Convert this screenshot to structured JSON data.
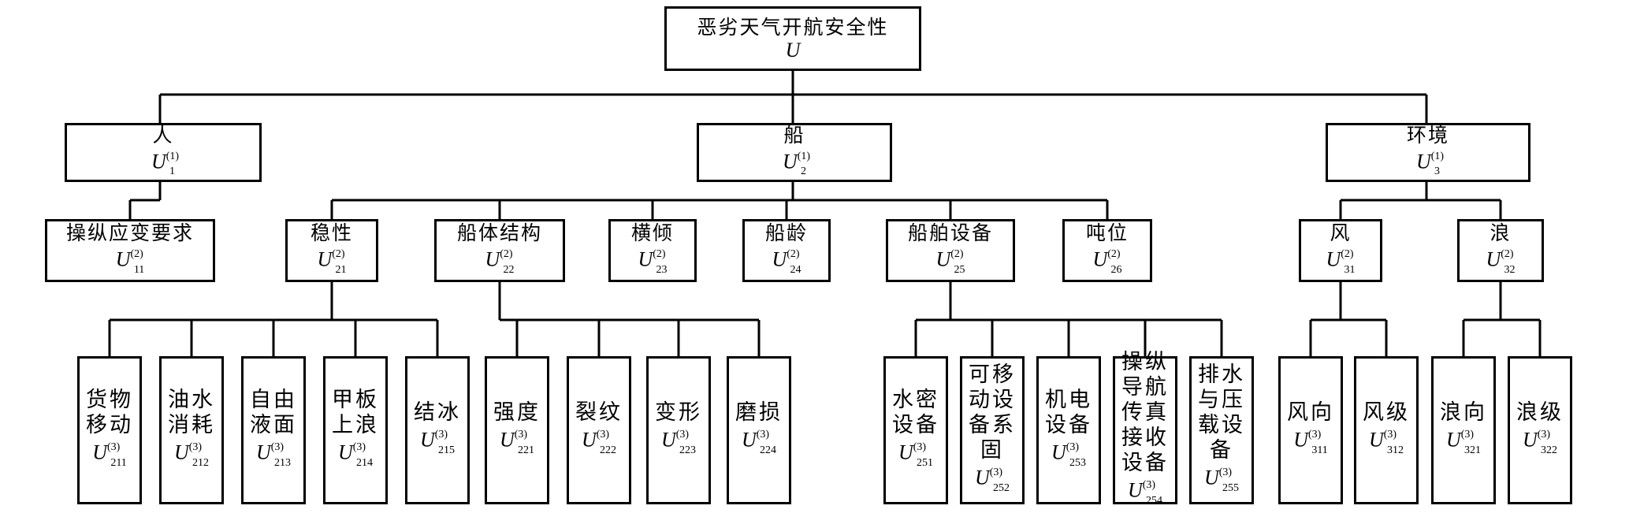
{
  "root": {
    "label": "恶劣天气开航安全性",
    "symbol": "U"
  },
  "level1": [
    {
      "label": "人",
      "sup": "(1)",
      "sub": "1",
      "children": [
        {
          "label": "操纵应变要求",
          "sup": "(2)",
          "sub": "11",
          "children": []
        }
      ]
    },
    {
      "label": "船",
      "sup": "(1)",
      "sub": "2",
      "children": [
        {
          "label": "稳性",
          "sup": "(2)",
          "sub": "21",
          "children": [
            {
              "label": "货物移动",
              "sup": "(3)",
              "sub": "211"
            },
            {
              "label": "油水消耗",
              "sup": "(3)",
              "sub": "212"
            },
            {
              "label": "自由液面",
              "sup": "(3)",
              "sub": "213"
            },
            {
              "label": "甲板上浪",
              "sup": "(3)",
              "sub": "214"
            },
            {
              "label": "结冰",
              "sup": "(3)",
              "sub": "215"
            }
          ]
        },
        {
          "label": "船体结构",
          "sup": "(2)",
          "sub": "22",
          "children": [
            {
              "label": "强度",
              "sup": "(3)",
              "sub": "221"
            },
            {
              "label": "裂纹",
              "sup": "(3)",
              "sub": "222"
            },
            {
              "label": "变形",
              "sup": "(3)",
              "sub": "223"
            },
            {
              "label": "磨损",
              "sup": "(3)",
              "sub": "224"
            }
          ]
        },
        {
          "label": "横倾",
          "sup": "(2)",
          "sub": "23",
          "children": []
        },
        {
          "label": "船龄",
          "sup": "(2)",
          "sub": "24",
          "children": []
        },
        {
          "label": "船舶设备",
          "sup": "(2)",
          "sub": "25",
          "children": [
            {
              "label": "水密设备",
              "sup": "(3)",
              "sub": "251"
            },
            {
              "label": "可移动设备系固",
              "sup": "(3)",
              "sub": "252"
            },
            {
              "label": "机电设备",
              "sup": "(3)",
              "sub": "253"
            },
            {
              "label": "操纵导航传真接收设备",
              "sup": "(3)",
              "sub": "254"
            },
            {
              "label": "排水与压载设备",
              "sup": "(3)",
              "sub": "255"
            }
          ]
        },
        {
          "label": "吨位",
          "sup": "(2)",
          "sub": "26",
          "children": []
        }
      ]
    },
    {
      "label": "环境",
      "sup": "(1)",
      "sub": "3",
      "children": [
        {
          "label": "风",
          "sup": "(2)",
          "sub": "31",
          "children": [
            {
              "label": "风向",
              "sup": "(3)",
              "sub": "311"
            },
            {
              "label": "风级",
              "sup": "(3)",
              "sub": "312"
            }
          ]
        },
        {
          "label": "浪",
          "sup": "(2)",
          "sub": "32",
          "children": [
            {
              "label": "浪向",
              "sup": "(3)",
              "sub": "321"
            },
            {
              "label": "浪级",
              "sup": "(3)",
              "sub": "322"
            }
          ]
        }
      ]
    }
  ]
}
